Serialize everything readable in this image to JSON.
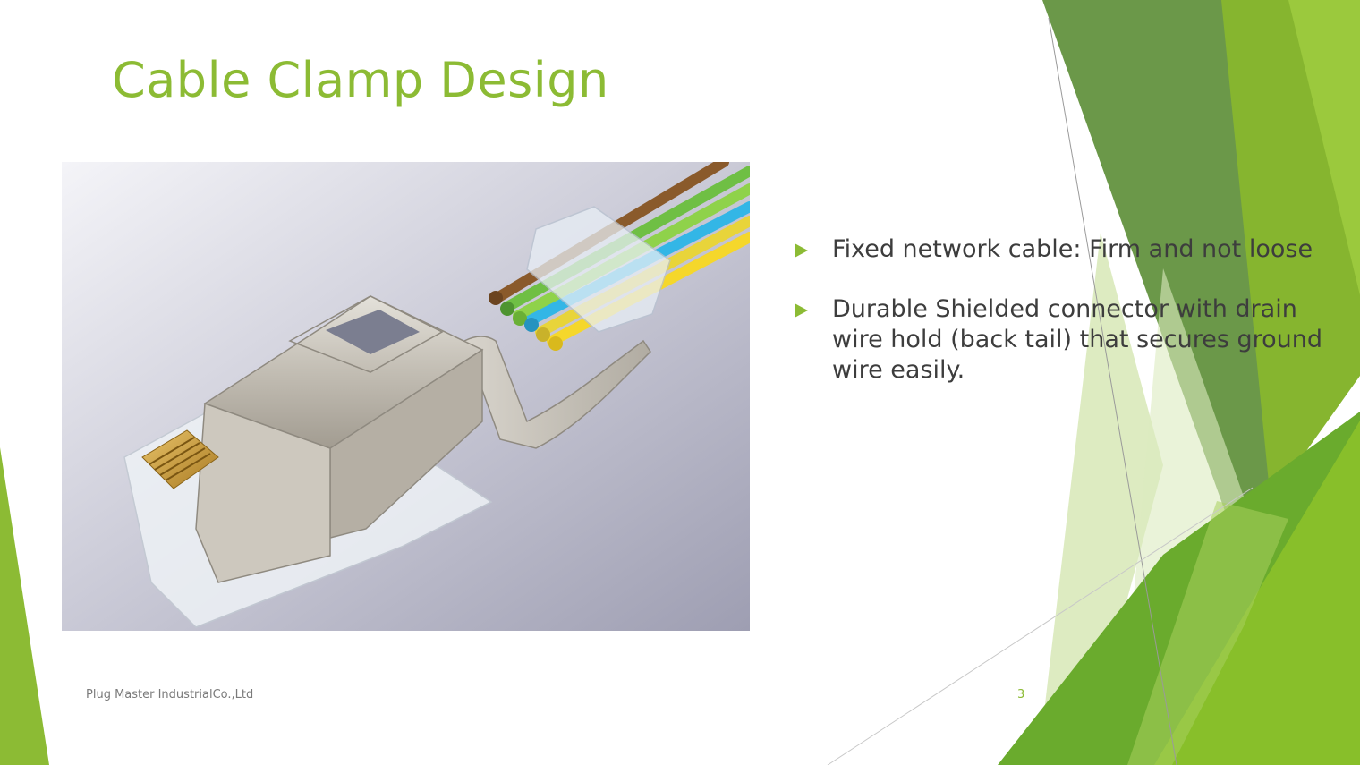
{
  "slide": {
    "title": "Cable Clamp Design",
    "bullets": [
      "Fixed network cable: Firm and not loose",
      "Durable Shielded connector with drain wire hold (back tail) that secures ground wire easily."
    ],
    "footer": "Plug Master IndustrialCo.,Ltd",
    "page_number": "3"
  },
  "theme": {
    "accent": "#8cbb34",
    "accent_dark": "#5e8f3a",
    "body_text": "#3d3d3d",
    "footer_text": "#7a7a7a"
  },
  "image": {
    "subject": "RJ45 shielded modular plug with cable clamp tail and colored wires"
  }
}
